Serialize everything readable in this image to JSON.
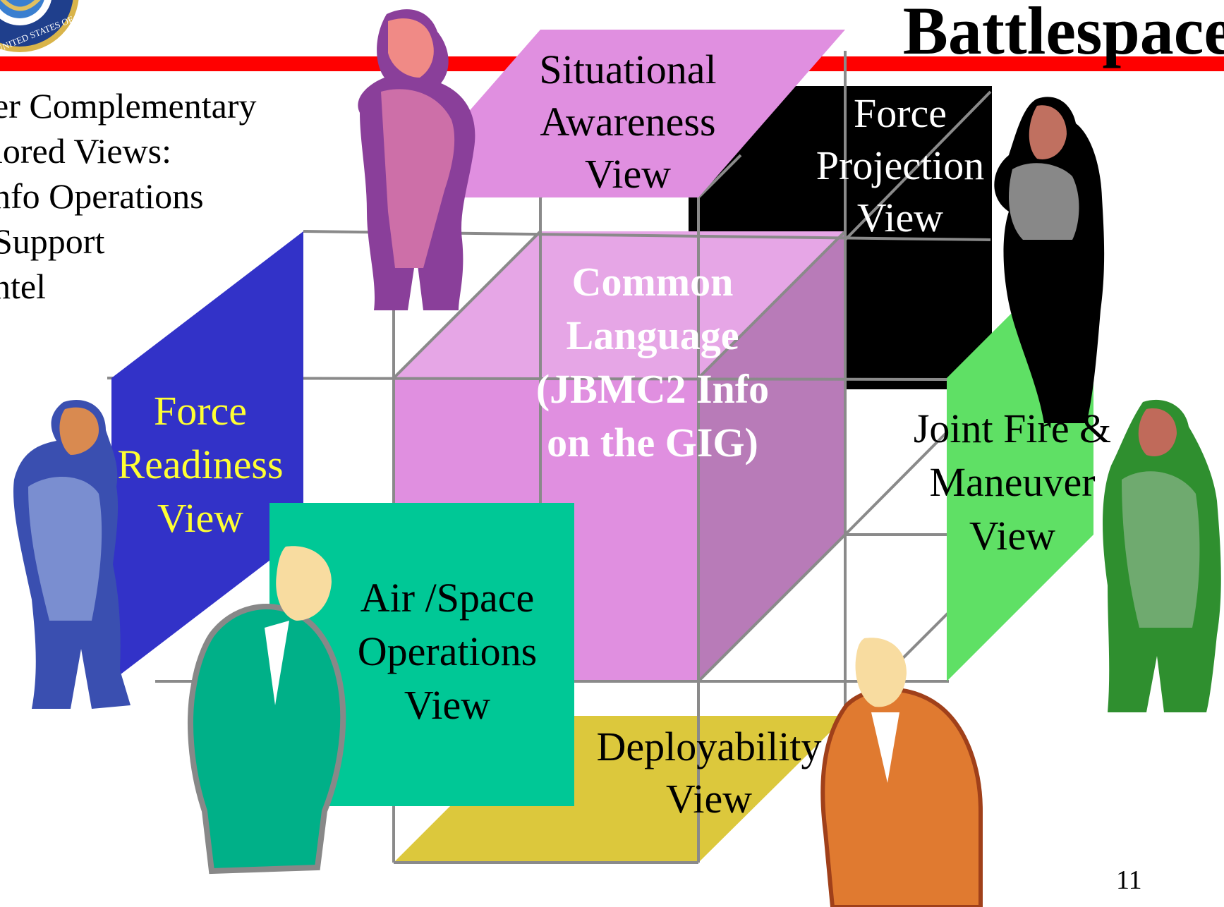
{
  "slide": {
    "title": "Battlespace",
    "page_number": "11"
  },
  "side_text": {
    "line1": "er Complementary",
    "line2": "lored Views:",
    "line3": "nfo Operations",
    "line4": "Support",
    "line5": "ntel"
  },
  "views": {
    "situational": {
      "l1": "Situational",
      "l2": "Awareness",
      "l3": "View",
      "color": "#e08fe0"
    },
    "force_projection": {
      "l1": "Force",
      "l2": "Projection",
      "l3": "View",
      "color": "#000000"
    },
    "common_language": {
      "l1": "Common",
      "l2": "Language",
      "l3": "(JBMC2 Info",
      "l4": "on the GIG)",
      "color": "#e39de3"
    },
    "force_readiness": {
      "l1": "Force",
      "l2": "Readiness",
      "l3": "View",
      "color": "#3232c8"
    },
    "joint_fire": {
      "l1": "Joint Fire &",
      "l2": "Maneuver",
      "l3": "View",
      "color": "#5fe065"
    },
    "air_space": {
      "l1": "Air /Space",
      "l2": "Operations",
      "l3": "View",
      "color": "#00c896"
    },
    "deployability": {
      "l1": "Deployability",
      "l2": "View",
      "color": "#dcc83c"
    }
  },
  "icons": [
    "dod-seal-icon",
    "person-figure-icon"
  ]
}
